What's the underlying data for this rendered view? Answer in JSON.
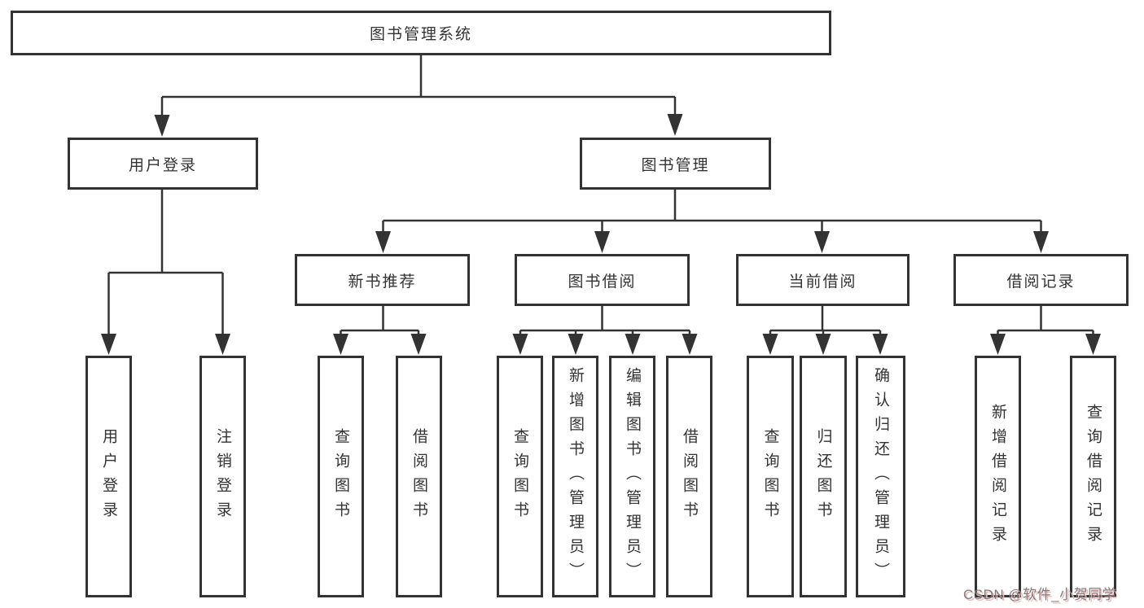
{
  "tree": {
    "label": "图书管理系统",
    "children": [
      {
        "label": "用户登录",
        "children": [
          {
            "label": "用户登录"
          },
          {
            "label": "注销登录"
          }
        ]
      },
      {
        "label": "图书管理",
        "children": [
          {
            "label": "新书推荐",
            "children": [
              {
                "label": "查询图书"
              },
              {
                "label": "借阅图书"
              }
            ]
          },
          {
            "label": "图书借阅",
            "children": [
              {
                "label": "查询图书"
              },
              {
                "label": "新增图书（管理员）"
              },
              {
                "label": "编辑图书（管理员）"
              },
              {
                "label": "借阅图书"
              }
            ]
          },
          {
            "label": "当前借阅",
            "children": [
              {
                "label": "查询图书"
              },
              {
                "label": "归还图书"
              },
              {
                "label": "确认归还（管理员）"
              }
            ]
          },
          {
            "label": "借阅记录",
            "children": [
              {
                "label": "新增借阅记录"
              },
              {
                "label": "查询借阅记录"
              }
            ]
          }
        ]
      }
    ]
  },
  "watermark": {
    "text": "CSDN @软件_小贺同学"
  },
  "colors": {
    "line": "#333333",
    "border": "#333333",
    "text": "#333333",
    "background": "#ffffff",
    "watermark_text": "#7d7d7d",
    "watermark_shadow": "#f4b6b6"
  }
}
